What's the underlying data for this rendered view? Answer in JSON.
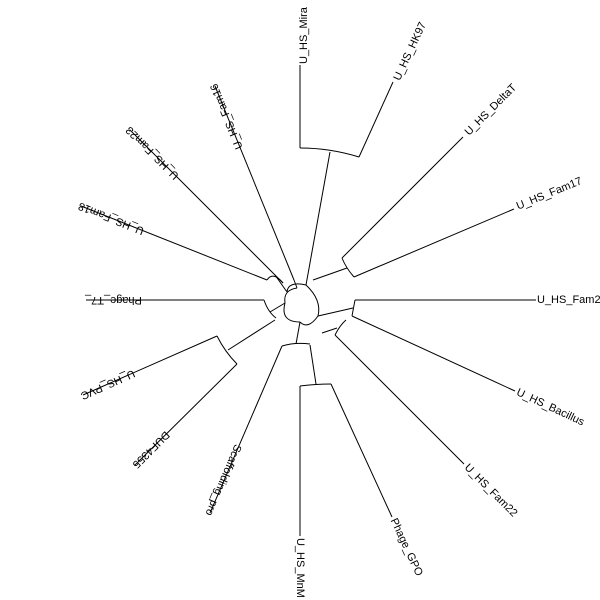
{
  "tree": {
    "type": "circular-phylogenetic-tree",
    "line_color": "#000000",
    "background_color": "#ffffff",
    "leaves": [
      {
        "id": "mira",
        "label": "U_HS_Mira"
      },
      {
        "id": "hk97",
        "label": "U_HS_HK97"
      },
      {
        "id": "deltat",
        "label": "U_HS_DeltaT"
      },
      {
        "id": "fam17",
        "label": "U_HS_Fam17"
      },
      {
        "id": "fam2",
        "label": "U_HS_Fam2"
      },
      {
        "id": "bacillus",
        "label": "U_HS_Bacillus"
      },
      {
        "id": "fam22",
        "label": "U_HS_Fam22"
      },
      {
        "id": "gpo",
        "label": "Phage_GPO"
      },
      {
        "id": "mnm",
        "label": "U_HS_MnM"
      },
      {
        "id": "scaffolding",
        "label": "Scaffolding_pro"
      },
      {
        "id": "duf4355",
        "label": "DUF4355"
      },
      {
        "id": "pvc",
        "label": "U_HS_PVC"
      },
      {
        "id": "t7",
        "label": "Phage_T7_"
      },
      {
        "id": "fam18",
        "label": "U_HS_Fam18"
      },
      {
        "id": "fam23",
        "label": "U_HS_Fam23"
      },
      {
        "id": "fam16",
        "label": "U_HS_Fam16"
      }
    ]
  }
}
